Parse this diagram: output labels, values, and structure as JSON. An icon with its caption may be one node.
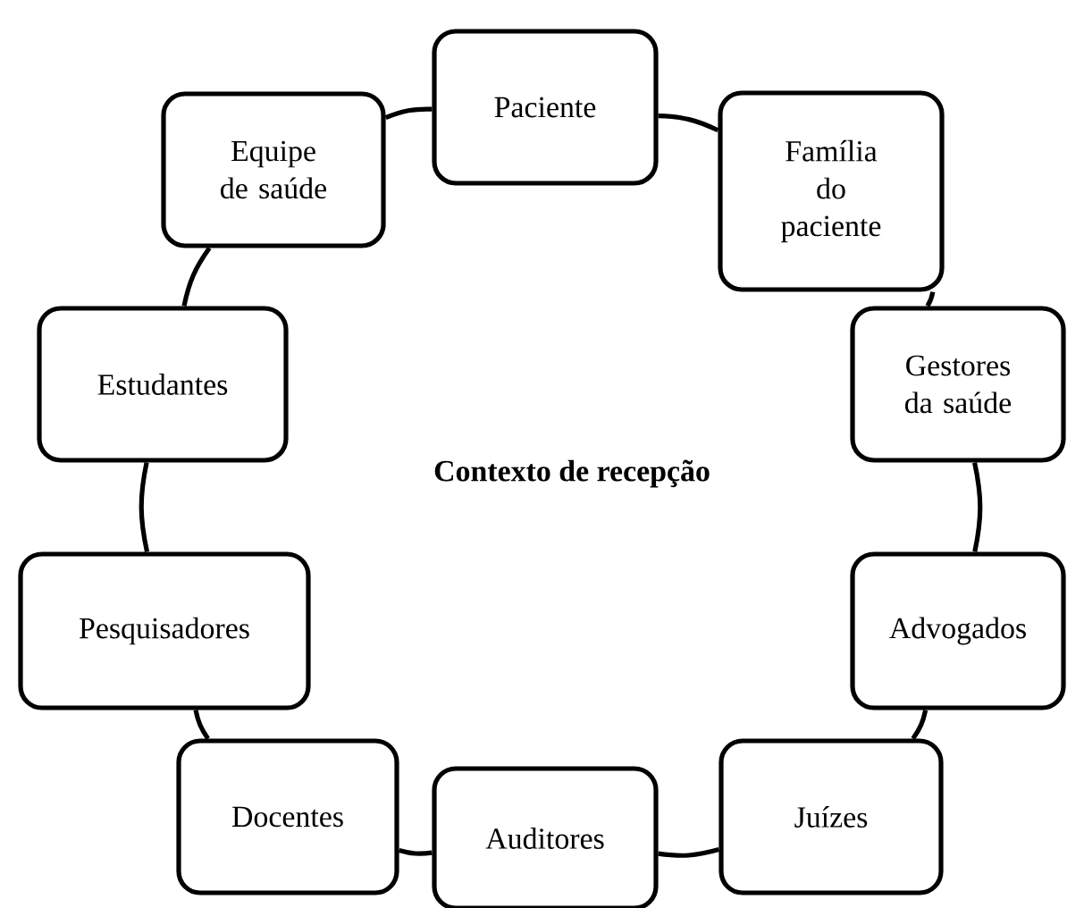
{
  "diagram": {
    "nodes": [
      {
        "text": [
          "Paciente"
        ]
      },
      {
        "text": [
          "Equipe de saúde"
        ]
      },
      {
        "text": [
          "Família do paciente"
        ]
      },
      {
        "text": [
          "Estudantes"
        ]
      },
      {
        "text": [
          "Gestores da saúde"
        ]
      },
      {
        "text": [
          "Pesquisadores"
        ]
      },
      {
        "text": [
          "Advogados"
        ]
      },
      {
        "text": [
          "Docentes"
        ]
      },
      {
        "text": [
          "Auditores"
        ]
      },
      {
        "text": [
          "Juízes"
        ]
      }
    ],
    "edges": [
      {
        "from": 0,
        "to": 2,
        "arrow": "none"
      },
      {
        "from": 2,
        "to": 4,
        "arrow": "none"
      },
      {
        "from": 4,
        "to": 6,
        "arrow": "none"
      },
      {
        "from": 6,
        "to": 9,
        "arrow": "none"
      },
      {
        "from": 9,
        "to": 8,
        "arrow": "none"
      },
      {
        "from": 8,
        "to": 7,
        "arrow": "none"
      },
      {
        "from": 7,
        "to": 5,
        "arrow": "none"
      },
      {
        "from": 5,
        "to": 3,
        "arrow": "none"
      },
      {
        "from": 3,
        "to": 1,
        "arrow": "none"
      },
      {
        "from": 1,
        "to": 0,
        "arrow": "none"
      }
    ],
    "labels": [
      "Contexto de recepção"
    ]
  }
}
